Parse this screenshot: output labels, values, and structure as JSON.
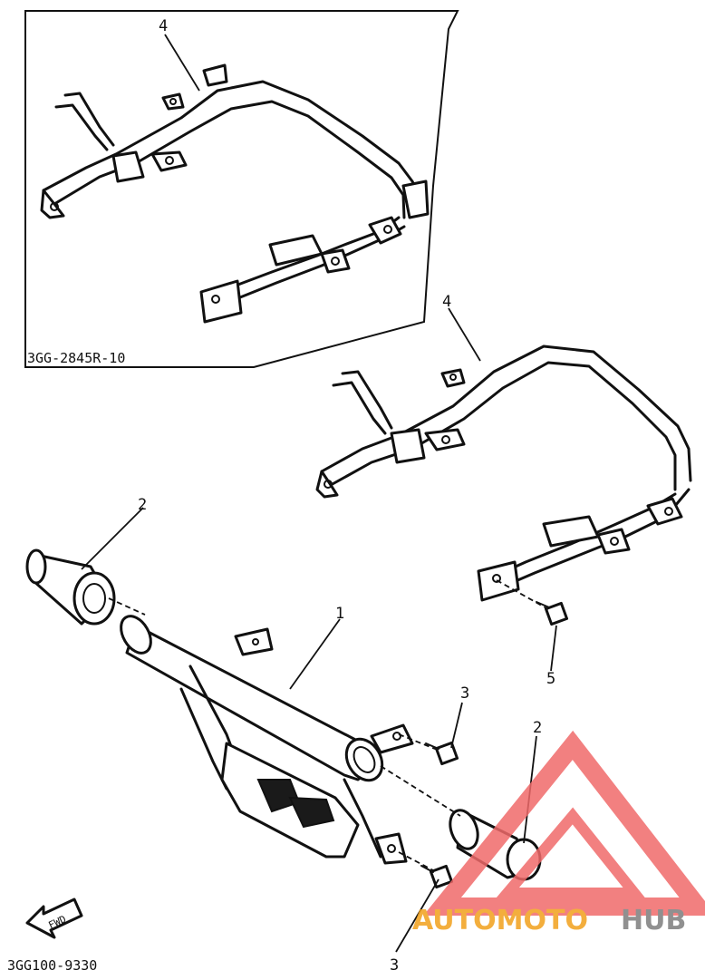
{
  "diagram": {
    "inset_code": "3GG-2845R-10",
    "drawing_code": "3GG100-9330",
    "fwd_label": "FWD",
    "callouts": {
      "inset_guard": "4",
      "main_guard": "4",
      "left_cap": "2",
      "right_cap": "2",
      "bar": "1",
      "upper_bolt": "3",
      "lower_bolt": "3",
      "rear_bolt": "5"
    }
  },
  "watermark": {
    "part_a": "AUTOMOTO",
    "part_b": "HUB",
    "color_red": "#f06a6a",
    "color_orange": "#f2a11c",
    "color_gray": "#7d7d7d"
  }
}
